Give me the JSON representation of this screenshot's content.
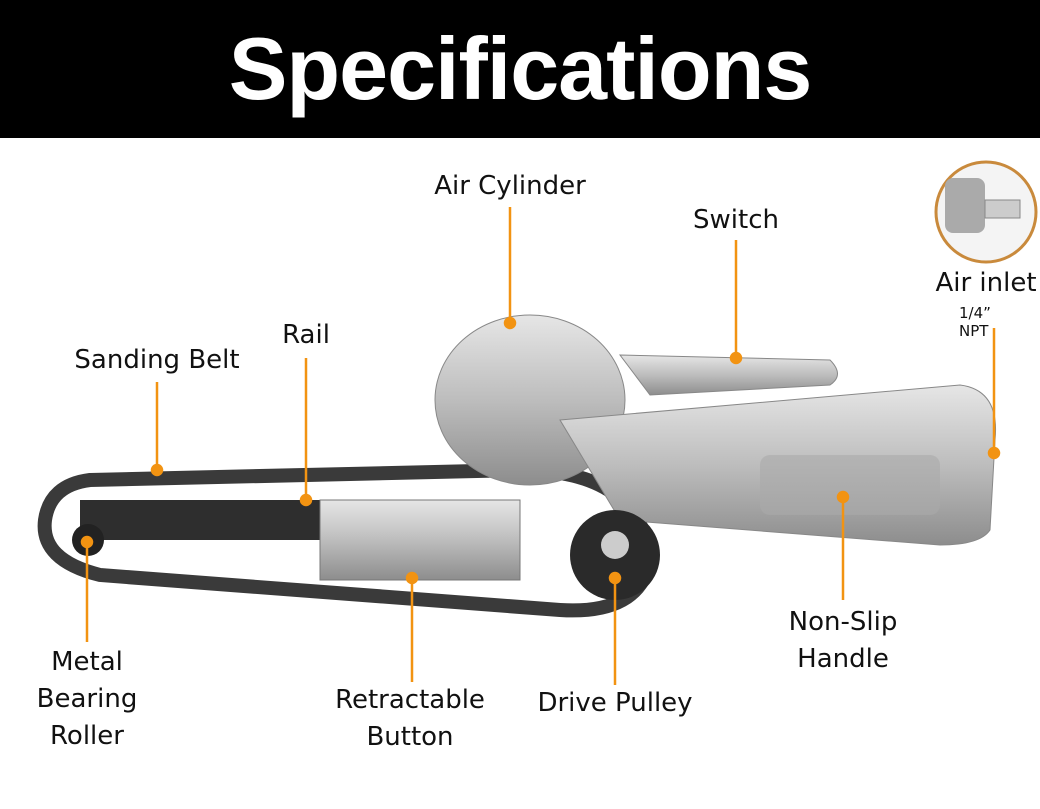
{
  "title": "Specifications",
  "accent_color": "#f29312",
  "labels": {
    "air_cylinder": "Air Cylinder",
    "switch": "Switch",
    "air_inlet": "Air inlet",
    "air_inlet_spec": "1/4” NPT",
    "rail": "Rail",
    "sanding_belt": "Sanding Belt",
    "non_slip_handle_1": "Non-Slip",
    "non_slip_handle_2": "Handle",
    "metal_bearing_roller_1": "Metal",
    "metal_bearing_roller_2": "Bearing",
    "metal_bearing_roller_3": "Roller",
    "retractable_button_1": "Retractable",
    "retractable_button_2": "Button",
    "drive_pulley": "Drive Pulley"
  }
}
